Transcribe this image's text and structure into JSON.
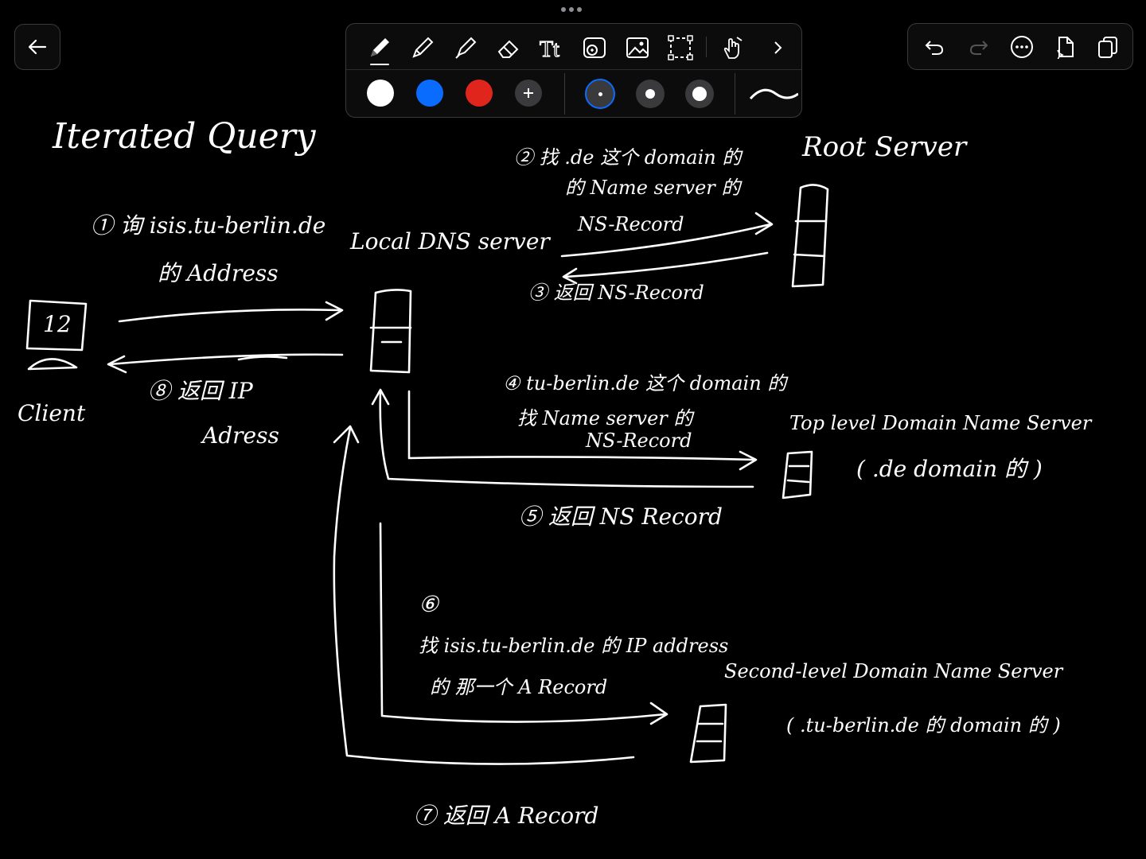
{
  "app": {
    "toolbar_tools": [
      "pen-tool",
      "pencil-tool",
      "highlighter-tool",
      "eraser-tool",
      "text-tool",
      "lasso-shape-tool",
      "image-tool",
      "selection-tool",
      "touch-draw-tool",
      "more-tools"
    ],
    "colors": [
      "#ffffff",
      "#0a6cff",
      "#e0251c"
    ],
    "selected_stroke": "thin",
    "right_tools": [
      "undo",
      "redo",
      "more-menu",
      "export",
      "pages"
    ]
  },
  "note": {
    "title": "Iterated Query",
    "root_server": "Root Server",
    "step1": "① 询 isis.tu-berlin.de",
    "step1b": "的 Address",
    "local_dns": "Local DNS server",
    "client": "Client",
    "client_screen": "12",
    "step8": "⑧ 返回 IP",
    "step8b": "Adress",
    "step2": "② 找 .de 这个 domain 的",
    "step2b": "的 Name server 的",
    "step2c": "NS-Record",
    "step3": "③ 返回 NS-Record",
    "step4": "④ tu-berlin.de 这个 domain 的",
    "step4b": "找 Name server 的",
    "step4c": "NS-Record",
    "tld": "Top level Domain Name Server",
    "tld_sub": "( .de domain 的 )",
    "step5": "⑤ 返回 NS Record",
    "step6": "⑥",
    "step6b": "找 isis.tu-berlin.de 的 IP address",
    "step6c": "的 那一个 A Record",
    "second": "Second-level Domain Name Server",
    "second_sub": "( .tu-berlin.de 的 domain 的 )",
    "step7": "⑦ 返回 A Record"
  }
}
